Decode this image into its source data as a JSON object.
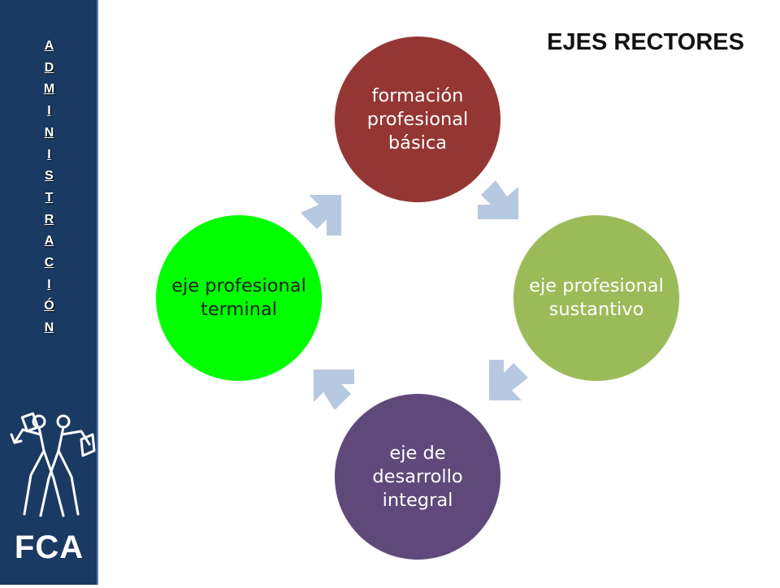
{
  "sidebar": {
    "letters": [
      "A",
      "D",
      "M",
      "I",
      "N",
      "I",
      "S",
      "T",
      "R",
      "A",
      "C",
      "I",
      "Ó",
      "N"
    ],
    "label": "FCA"
  },
  "title": "EJES RECTORES",
  "nodes": [
    {
      "text": "formación profesional básica",
      "color": "#943634"
    },
    {
      "text": "eje profesional sustantivo",
      "color": "#9bbb59"
    },
    {
      "text": "eje de desarrollo integral",
      "color": "#5f497a"
    },
    {
      "text": "eje profesional terminal",
      "color": "#00ff00"
    }
  ],
  "arrow_color": "#b7c8e1",
  "sidebar_color": "#1b3a63"
}
